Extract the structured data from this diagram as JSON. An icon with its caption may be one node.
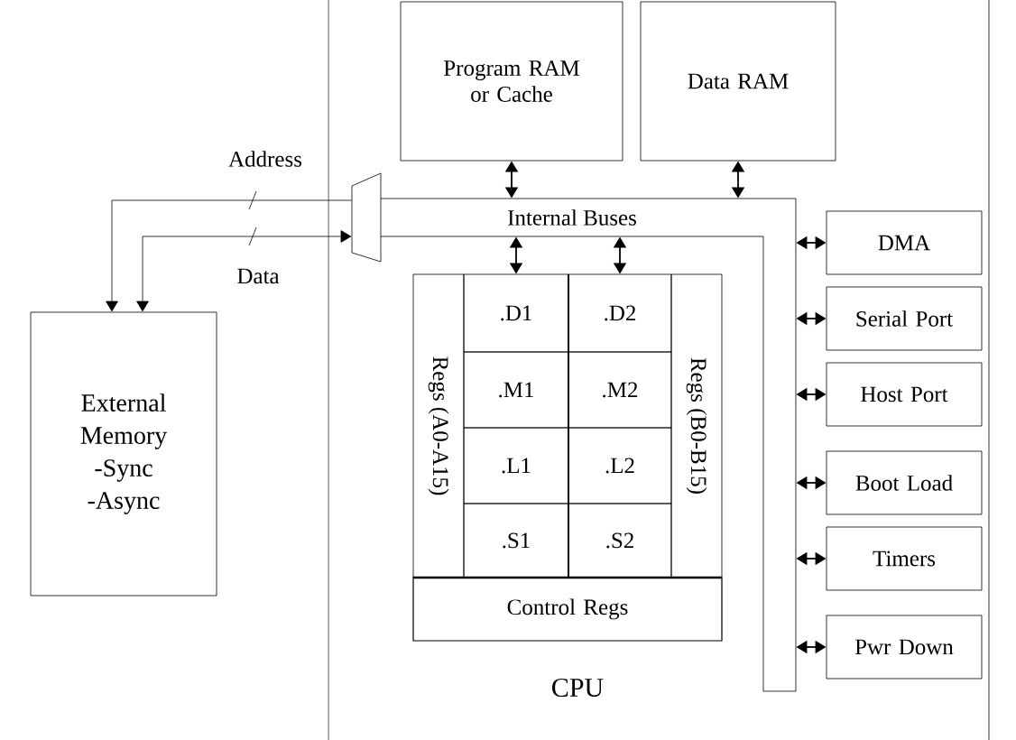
{
  "diagram": {
    "nodes": [
      {
        "text": [
          "CPU"
        ]
      },
      {
        "text": [
          "Program RAM or Cache"
        ],
        "in": 0
      },
      {
        "text": [
          "Data RAM"
        ],
        "in": 0
      },
      {
        "text": [],
        "shape": "trapezoid",
        "in": 0
      },
      {
        "text": [
          "Internal Buses"
        ],
        "in": 0
      },
      {
        "text": [
          "Regs (A0-A15)"
        ],
        "in": 0
      },
      {
        "text": [
          ".D1"
        ],
        "in": 0
      },
      {
        "text": [
          ".M1"
        ],
        "in": 0
      },
      {
        "text": [
          ".L1"
        ],
        "in": 0
      },
      {
        "text": [
          ".S1"
        ],
        "in": 0
      },
      {
        "text": [
          ".D2"
        ],
        "in": 0
      },
      {
        "text": [
          ".M2"
        ],
        "in": 0
      },
      {
        "text": [
          ".L2"
        ],
        "in": 0
      },
      {
        "text": [
          ".S2"
        ],
        "in": 0
      },
      {
        "text": [
          "Regs (B0-B15)"
        ],
        "in": 0
      },
      {
        "text": [
          "Control Regs"
        ],
        "in": 0
      },
      {
        "text": [
          "DMA"
        ],
        "in": 0
      },
      {
        "text": [
          "Serial Port"
        ],
        "in": 0
      },
      {
        "text": [
          "Host Port"
        ],
        "in": 0
      },
      {
        "text": [
          "Boot Load"
        ],
        "in": 0
      },
      {
        "text": [
          "Timers"
        ],
        "in": 0
      },
      {
        "text": [
          "Pwr Down"
        ],
        "in": 0
      },
      {
        "text": [
          "External Memory",
          "-Sync",
          "-Async"
        ]
      },
      {
        "text": [],
        "shape": "bar",
        "in": 0
      }
    ],
    "edges": [
      {
        "from": 1,
        "to": 4,
        "arrow": "both"
      },
      {
        "from": 2,
        "to": 4,
        "arrow": "both"
      },
      {
        "from": 4,
        "to": 6,
        "arrow": "both"
      },
      {
        "from": 4,
        "to": 10,
        "arrow": "both"
      },
      {
        "from": 23,
        "to": 16,
        "arrow": "both"
      },
      {
        "from": 23,
        "to": 17,
        "arrow": "both"
      },
      {
        "from": 23,
        "to": 18,
        "arrow": "both"
      },
      {
        "from": 23,
        "to": 19,
        "arrow": "both"
      },
      {
        "from": 23,
        "to": 20,
        "arrow": "both"
      },
      {
        "from": 23,
        "to": 21,
        "arrow": "both"
      },
      {
        "from": 3,
        "to": 22,
        "arrow": "to",
        "label": "Address"
      },
      {
        "from": 3,
        "to": 22,
        "arrow": "both",
        "label": "Data"
      }
    ]
  }
}
